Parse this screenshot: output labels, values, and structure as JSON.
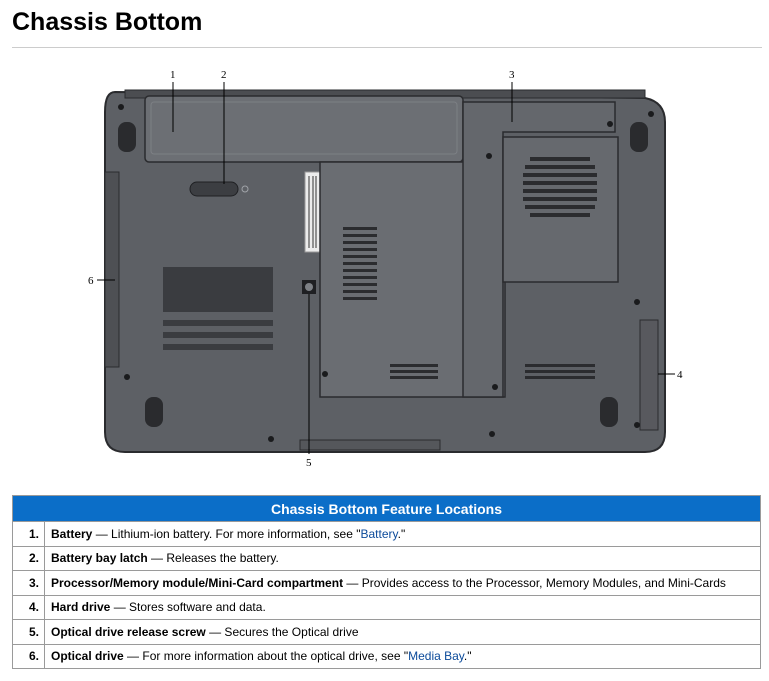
{
  "page": {
    "title": "Chassis Bottom"
  },
  "figure": {
    "callouts": [
      "1",
      "2",
      "3",
      "4",
      "5",
      "6"
    ],
    "colors": {
      "chassis": "#5d6065",
      "panel": "#6a6d72",
      "outline": "#2a2b2e"
    }
  },
  "table": {
    "header": "Chassis Bottom Feature Locations",
    "rows": [
      {
        "num": "1.",
        "term": "Battery",
        "desc": " — Lithium-ion battery. For more information, see \"",
        "link": "Battery",
        "tail": ".\""
      },
      {
        "num": "2.",
        "term": "Battery bay latch",
        "desc": " — Releases the battery.",
        "link": "",
        "tail": ""
      },
      {
        "num": "3.",
        "term": "Processor/Memory module/Mini-Card compartment",
        "desc": " — Provides access to the Processor, Memory Modules, and Mini-Cards",
        "link": "",
        "tail": ""
      },
      {
        "num": "4.",
        "term": "Hard drive",
        "desc": " — Stores software and data.",
        "link": "",
        "tail": ""
      },
      {
        "num": "5.",
        "term": "Optical drive release screw",
        "desc": " — Secures the Optical drive",
        "link": "",
        "tail": ""
      },
      {
        "num": "6.",
        "term": "Optical drive",
        "desc": " — For more information about the optical drive, see \"",
        "link": "Media Bay",
        "tail": ".\""
      }
    ]
  }
}
